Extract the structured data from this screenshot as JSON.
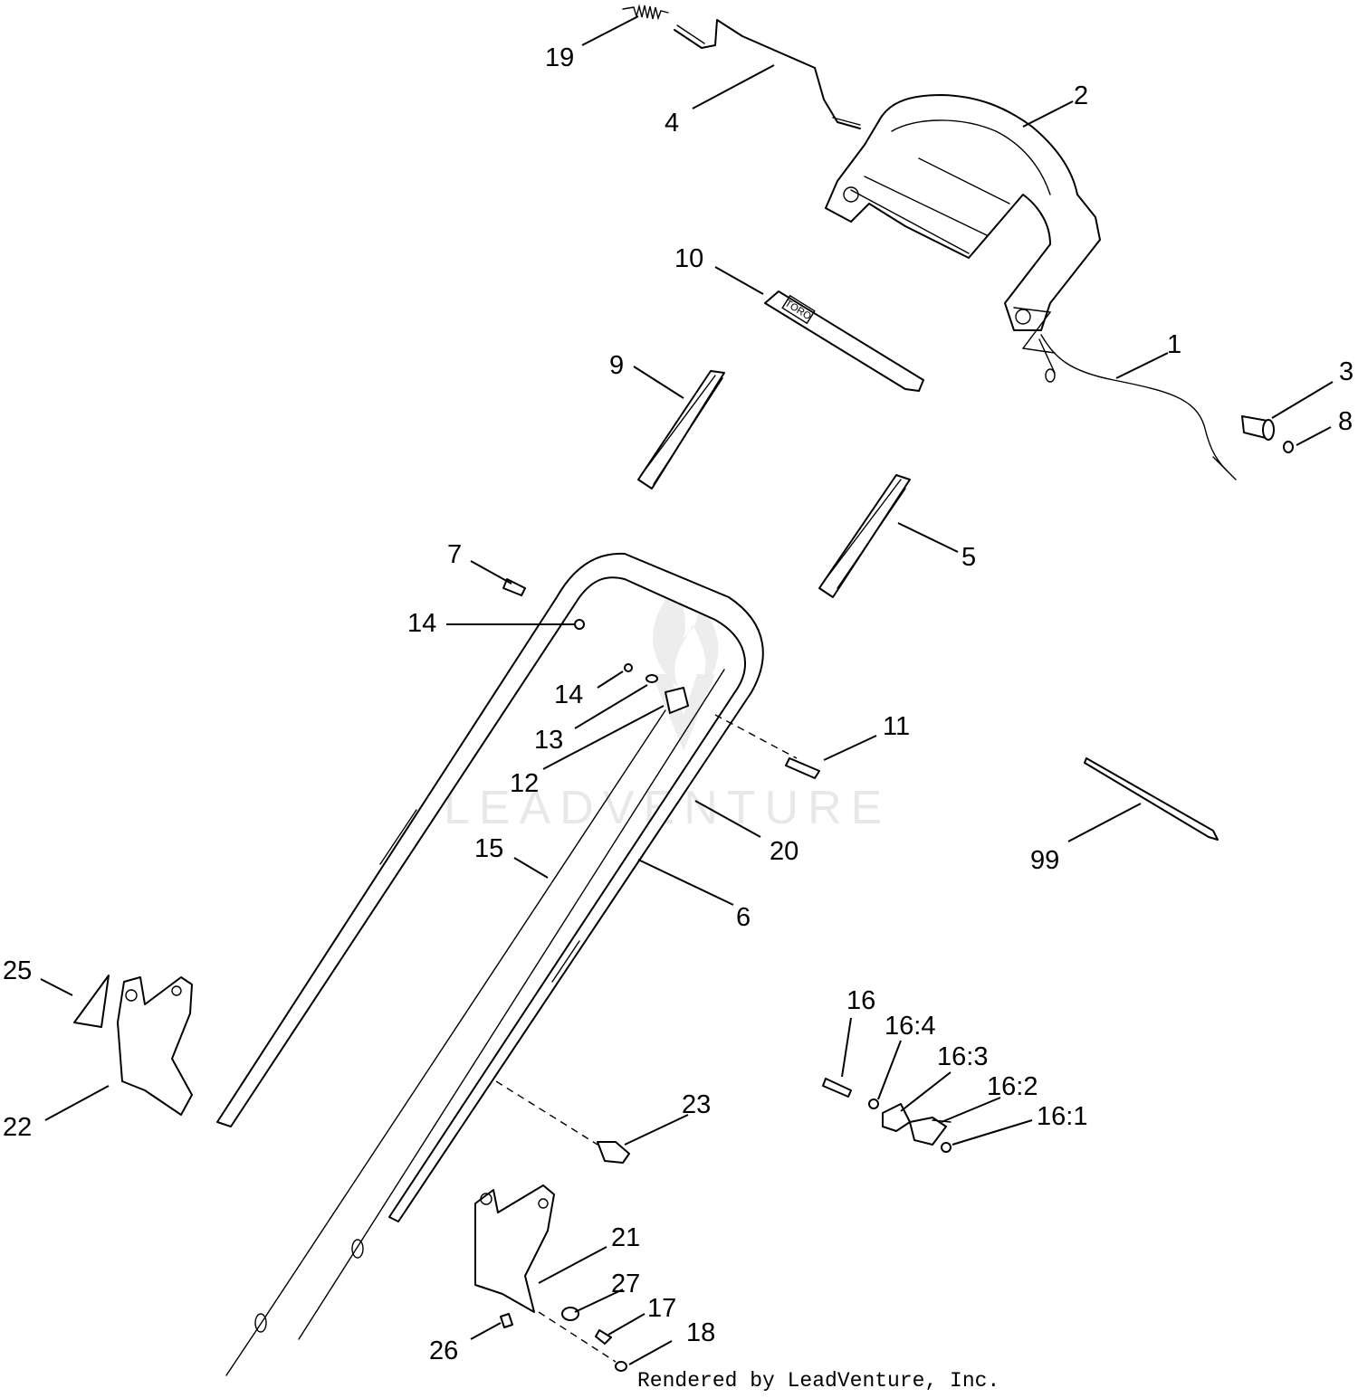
{
  "callouts": {
    "c1": "1",
    "c2": "2",
    "c3": "3",
    "c4": "4",
    "c5": "5",
    "c6": "6",
    "c7": "7",
    "c8": "8",
    "c9": "9",
    "c10": "10",
    "c11": "11",
    "c12": "12",
    "c13": "13",
    "c14a": "14",
    "c14b": "14",
    "c15": "15",
    "c16": "16",
    "c16_1": "16:1",
    "c16_2": "16:2",
    "c16_3": "16:3",
    "c16_4": "16:4",
    "c17": "17",
    "c18": "18",
    "c19": "19",
    "c20": "20",
    "c21": "21",
    "c22": "22",
    "c23": "23",
    "c25": "25",
    "c26": "26",
    "c27": "27",
    "c99": "99"
  },
  "label_on_part": "TORO",
  "watermark": "LEADVENTURE",
  "credit": "Rendered by LeadVenture, Inc."
}
